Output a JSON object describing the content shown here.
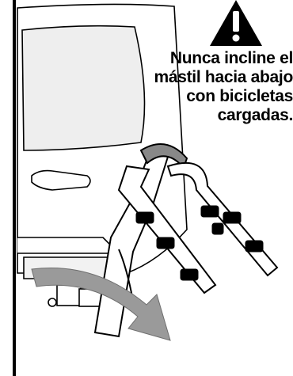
{
  "warning": {
    "icon": "warning-exclamation-triangle-icon",
    "lines": [
      "Nunca incline el",
      "mástil hacia abajo",
      "con bicicletas",
      "cargadas."
    ]
  },
  "illustration": {
    "subject": "hitch-mounted bike rack on vehicle rear",
    "arrow": "downward-tilt-arrow",
    "arrow_color": "#9a9a9a"
  }
}
